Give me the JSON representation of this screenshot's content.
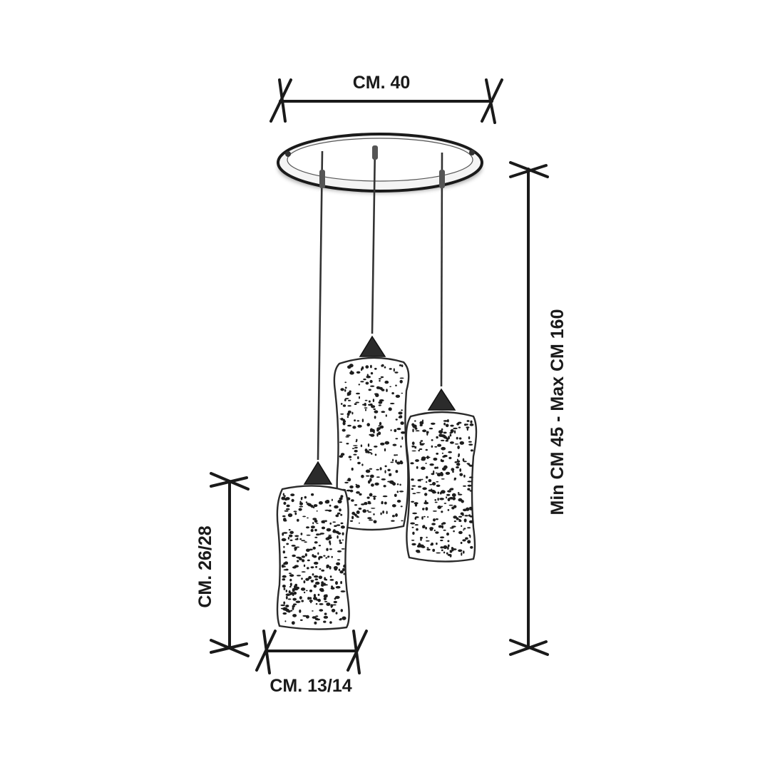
{
  "dimensions": {
    "canopy_width": "CM. 40",
    "total_height": "Min CM 45 - Max CM 160",
    "shade_height": "CM. 26/28",
    "shade_width": "CM. 13/14"
  },
  "colors": {
    "ink": "#1a1a1a",
    "background": "#ffffff"
  }
}
